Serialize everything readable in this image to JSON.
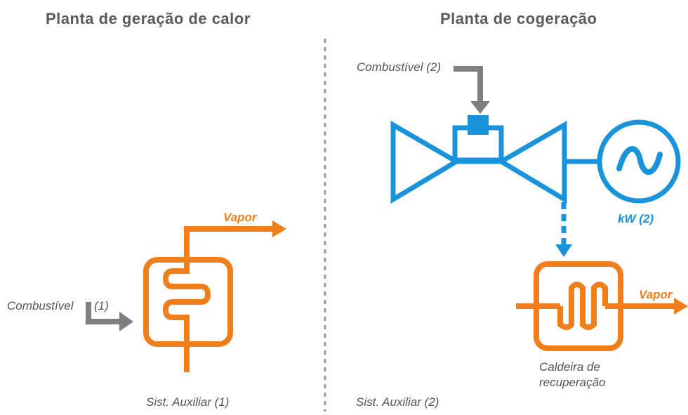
{
  "left_panel": {
    "title": "Planta de geração de calor",
    "fuel_label": "Combustível",
    "fuel_ref": "(1)",
    "steam_label": "Vapor",
    "system_label": "Sist. Auxiliar (1)"
  },
  "right_panel": {
    "title": "Planta de cogeração",
    "fuel_label": "Combustível (2)",
    "power_label": "kW (2)",
    "steam_label": "Vapor",
    "boiler_label_line1": "Caldeira de",
    "boiler_label_line2": "recuperação",
    "system_label": "Sist. Auxiliar (2)"
  },
  "colors": {
    "orange": "#ee7f1c",
    "blue": "#1a93db",
    "gray": "#7f7f7f",
    "title_gray": "#5a5a5a",
    "divider": "#999999"
  },
  "icons": {
    "boiler": "boiler-icon",
    "turbine": "gas-turbine-icon",
    "generator": "generator-icon",
    "recovery_boiler": "heat-recovery-boiler-icon"
  }
}
